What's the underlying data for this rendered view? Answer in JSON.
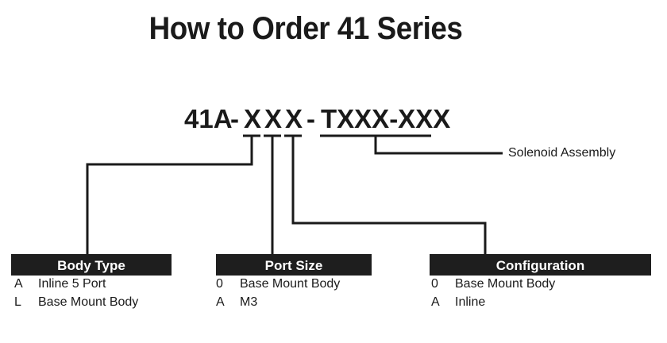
{
  "title": "How to Order 41 Series",
  "part_number": {
    "prefix": "41A",
    "dash1": "-",
    "x1": "X",
    "x2": "X",
    "x3": "X",
    "dash2": "-",
    "suffix": "TXXX-XXX"
  },
  "callout": "Solenoid Assembly",
  "groups": [
    {
      "header": "Body Type",
      "options": [
        {
          "code": "A",
          "label": "Inline 5 Port"
        },
        {
          "code": "L",
          "label": "Base Mount Body"
        }
      ]
    },
    {
      "header": "Port Size",
      "options": [
        {
          "code": "0",
          "label": "Base Mount Body"
        },
        {
          "code": "A",
          "label": "M3"
        }
      ]
    },
    {
      "header": "Configuration",
      "options": [
        {
          "code": "0",
          "label": "Base Mount Body"
        },
        {
          "code": "A",
          "label": "Inline"
        }
      ]
    }
  ]
}
